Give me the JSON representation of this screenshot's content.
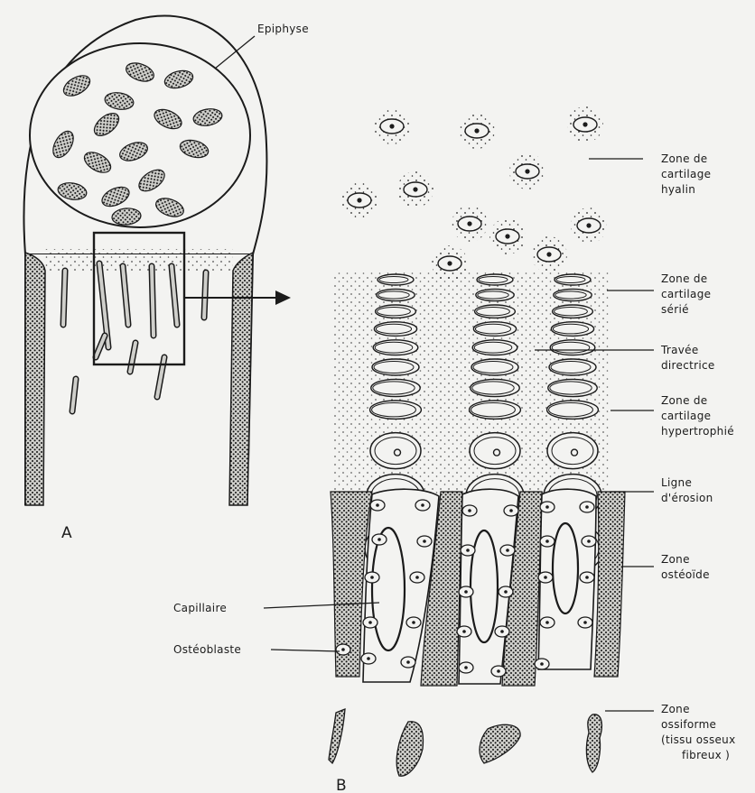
{
  "panel_a": {
    "caption": "A",
    "labels": {
      "epiphyse": "Epiphyse"
    }
  },
  "panel_b": {
    "caption": "B",
    "zones": {
      "hyalin": [
        "Zone de",
        "cartilage",
        "hyalin"
      ],
      "serie": [
        "Zone de",
        "cartilage",
        "sérié"
      ],
      "travee": [
        "Travée",
        "directrice"
      ],
      "hypertrophie": [
        "Zone de",
        "cartilage",
        "hypertrophié"
      ],
      "erosion": [
        "Ligne",
        "d'érosion"
      ],
      "osteoide": [
        "Zone",
        "ostéoïde"
      ],
      "ossiforme": [
        "Zone",
        "ossiforme",
        "(tissu osseux",
        "fibreux )"
      ]
    },
    "left_labels": {
      "capillaire": "Capillaire",
      "osteoblaste": "Ostéoblaste"
    }
  }
}
